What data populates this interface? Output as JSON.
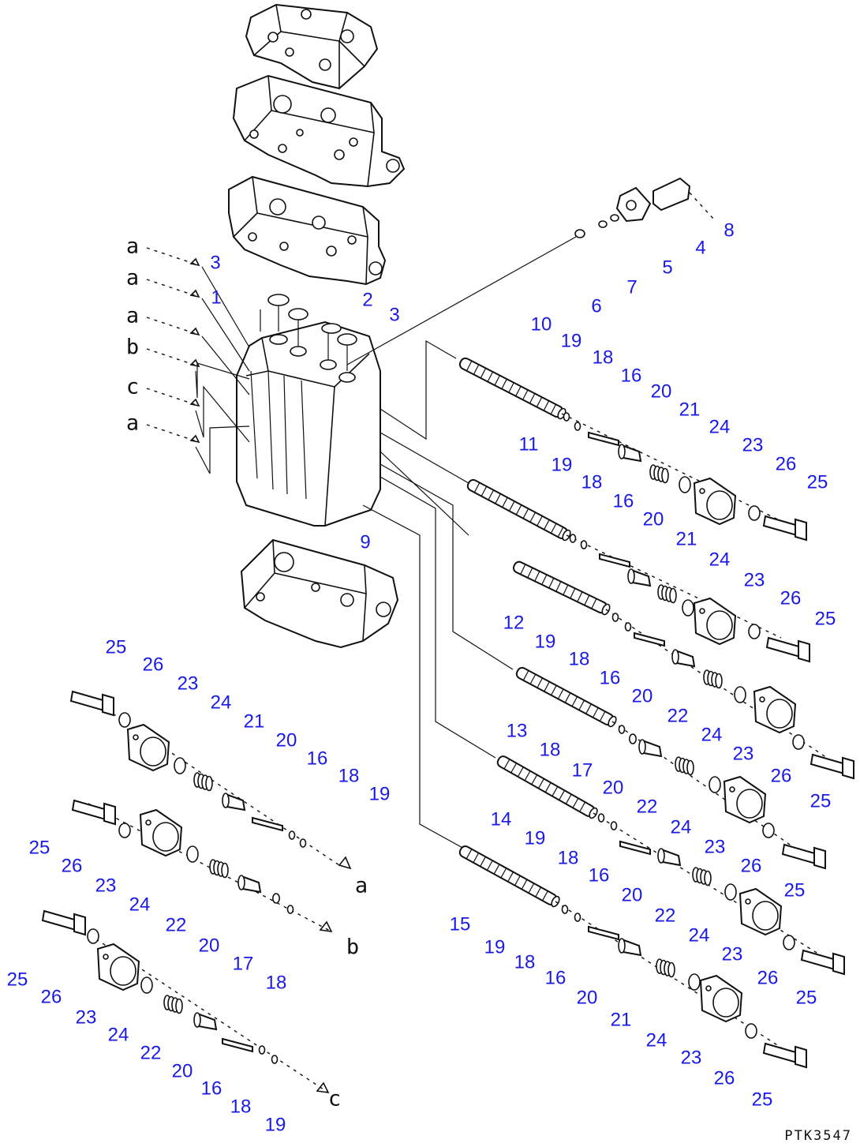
{
  "drawing_code": "PTK3547",
  "reference_letters": {
    "left_stack": [
      "a",
      "a",
      "a",
      "b",
      "c",
      "a"
    ],
    "spool_ends": [
      "a",
      "b",
      "c"
    ]
  },
  "callouts": [
    {
      "label": "1"
    },
    {
      "label": "2"
    },
    {
      "label": "3"
    },
    {
      "label": "3"
    },
    {
      "label": "4"
    },
    {
      "label": "5"
    },
    {
      "label": "6"
    },
    {
      "label": "7"
    },
    {
      "label": "8"
    },
    {
      "label": "9"
    },
    {
      "label": "10"
    },
    {
      "label": "19"
    },
    {
      "label": "18"
    },
    {
      "label": "16"
    },
    {
      "label": "20"
    },
    {
      "label": "21"
    },
    {
      "label": "24"
    },
    {
      "label": "23"
    },
    {
      "label": "26"
    },
    {
      "label": "25"
    },
    {
      "label": "11"
    },
    {
      "label": "19"
    },
    {
      "label": "18"
    },
    {
      "label": "16"
    },
    {
      "label": "20"
    },
    {
      "label": "21"
    },
    {
      "label": "24"
    },
    {
      "label": "23"
    },
    {
      "label": "26"
    },
    {
      "label": "25"
    },
    {
      "label": "12"
    },
    {
      "label": "19"
    },
    {
      "label": "18"
    },
    {
      "label": "16"
    },
    {
      "label": "20"
    },
    {
      "label": "22"
    },
    {
      "label": "24"
    },
    {
      "label": "23"
    },
    {
      "label": "26"
    },
    {
      "label": "25"
    },
    {
      "label": "13"
    },
    {
      "label": "18"
    },
    {
      "label": "17"
    },
    {
      "label": "20"
    },
    {
      "label": "22"
    },
    {
      "label": "24"
    },
    {
      "label": "23"
    },
    {
      "label": "26"
    },
    {
      "label": "25"
    },
    {
      "label": "14"
    },
    {
      "label": "19"
    },
    {
      "label": "18"
    },
    {
      "label": "16"
    },
    {
      "label": "20"
    },
    {
      "label": "22"
    },
    {
      "label": "24"
    },
    {
      "label": "23"
    },
    {
      "label": "26"
    },
    {
      "label": "25"
    },
    {
      "label": "15"
    },
    {
      "label": "19"
    },
    {
      "label": "18"
    },
    {
      "label": "16"
    },
    {
      "label": "20"
    },
    {
      "label": "21"
    },
    {
      "label": "24"
    },
    {
      "label": "23"
    },
    {
      "label": "26"
    },
    {
      "label": "25"
    },
    {
      "label": "25"
    },
    {
      "label": "26"
    },
    {
      "label": "23"
    },
    {
      "label": "24"
    },
    {
      "label": "21"
    },
    {
      "label": "20"
    },
    {
      "label": "16"
    },
    {
      "label": "18"
    },
    {
      "label": "19"
    },
    {
      "label": "25"
    },
    {
      "label": "26"
    },
    {
      "label": "23"
    },
    {
      "label": "24"
    },
    {
      "label": "22"
    },
    {
      "label": "20"
    },
    {
      "label": "17"
    },
    {
      "label": "18"
    },
    {
      "label": "25"
    },
    {
      "label": "26"
    },
    {
      "label": "23"
    },
    {
      "label": "24"
    },
    {
      "label": "22"
    },
    {
      "label": "20"
    },
    {
      "label": "16"
    },
    {
      "label": "18"
    },
    {
      "label": "19"
    }
  ]
}
